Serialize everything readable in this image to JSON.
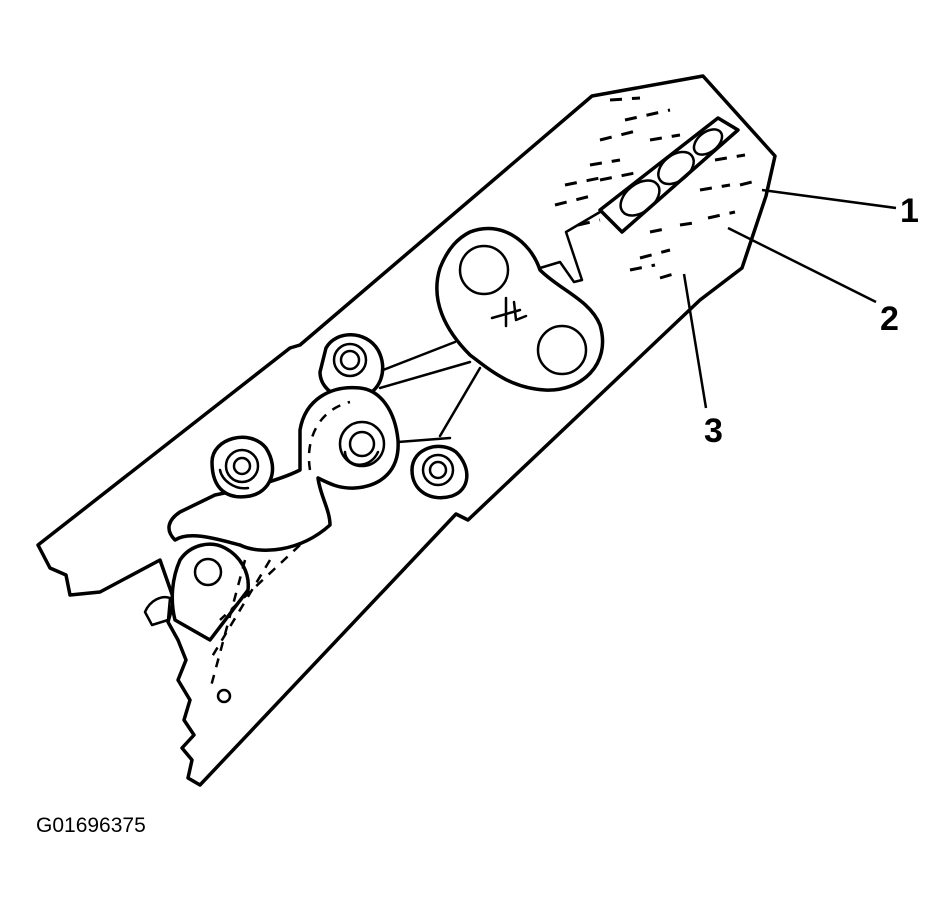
{
  "figure": {
    "id": "G01696375",
    "callouts": [
      {
        "label": "1"
      },
      {
        "label": "2"
      },
      {
        "label": "3"
      }
    ]
  },
  "colors": {
    "line": "#000000",
    "background": "#ffffff"
  }
}
